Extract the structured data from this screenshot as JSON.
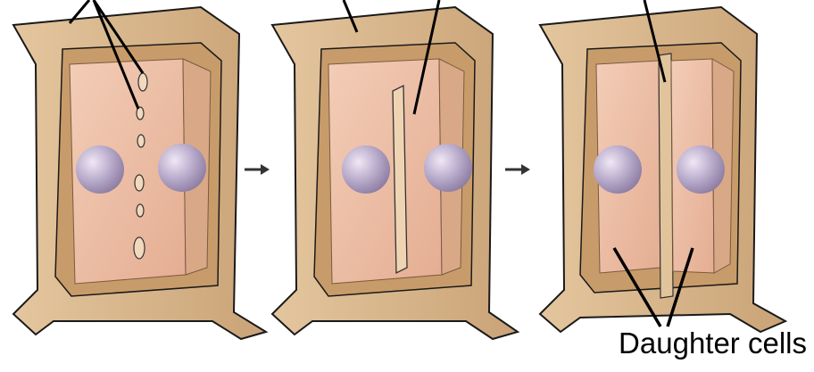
{
  "labels": {
    "daughter_cells": "Daughter cells"
  },
  "colors": {
    "wall": "#d9b98f",
    "wall_inner": "#c99d6c",
    "outline": "#1a1a1a",
    "cytoplasm": "#eab8a0",
    "nucleus": "#b8a9c9",
    "arrow": "#333333"
  },
  "stages": [
    {
      "name": "vesicles-aligning"
    },
    {
      "name": "cell-plate-forming"
    },
    {
      "name": "cell-plate-complete"
    }
  ]
}
